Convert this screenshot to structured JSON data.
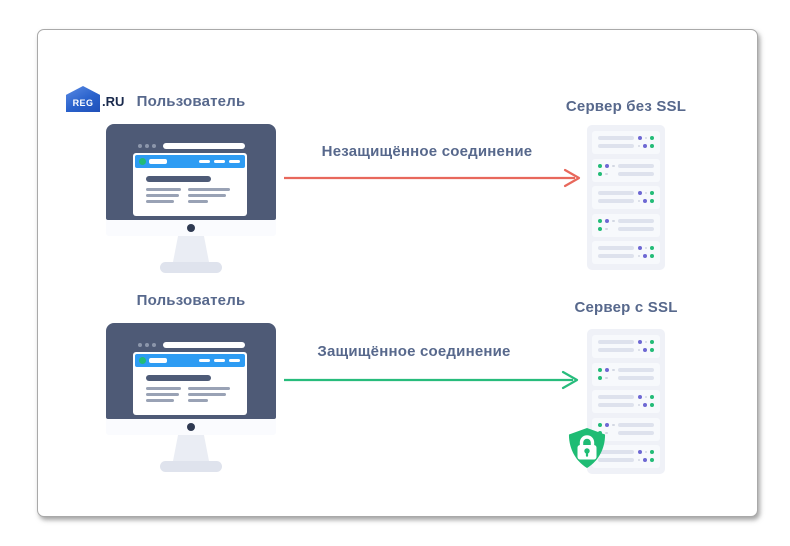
{
  "canvas": {
    "background": "#ffffff"
  },
  "logo": {
    "reg": "REG",
    "ru": ".RU"
  },
  "colors": {
    "label_text": "#57688c",
    "insecure_arrow": "#e8685c",
    "secure_arrow": "#27bc7c",
    "shield_green": "#1fbc74",
    "monitor_frame": "#4e5a76",
    "browser_blue": "#2e9cf3",
    "dot_green": "#23bc77",
    "dot_purple": "#6e68d3"
  },
  "rows": [
    {
      "user_label": "Пользователь",
      "server_label": "Сервер без SSL",
      "connection": {
        "label": "Незащищённое соединение",
        "color": "#e8685c"
      },
      "shield": false
    },
    {
      "user_label": "Пользователь",
      "server_label": "Сервер с SSL",
      "connection": {
        "label": "Защищённое соединение",
        "color": "#27bc7c"
      },
      "shield": true
    }
  ]
}
